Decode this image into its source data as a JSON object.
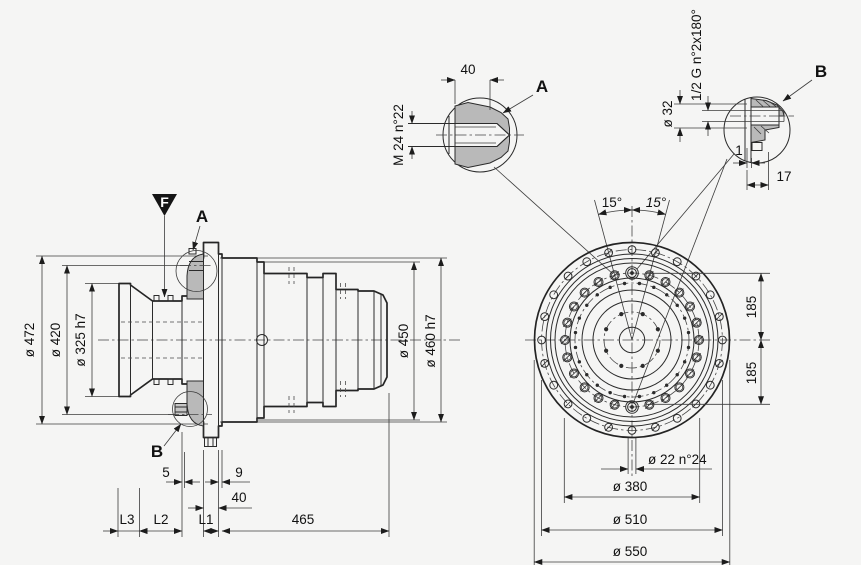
{
  "side_view": {
    "dia_472": "ø 472",
    "dia_420": "ø 420",
    "dia_325": "ø 325 h7",
    "dia_450": "ø 450",
    "dia_460": "ø 460 h7",
    "dim_5": "5",
    "dim_9": "9",
    "dim_40": "40",
    "dim_L3": "L3",
    "dim_L2": "L2",
    "dim_L1": "L1",
    "dim_465": "465",
    "marker_f": "F",
    "label_a": "A",
    "label_b": "B"
  },
  "detail_a": {
    "label": "A",
    "thread": "M 24 n°22",
    "dim_40": "40"
  },
  "detail_b": {
    "label": "B",
    "port": "1/2 G n°2x180°",
    "dia_32": "ø 32",
    "dim_1": "1",
    "dim_17": "17"
  },
  "front_view": {
    "angle_left": "15°",
    "angle_right": "15°",
    "dim_185_upper": "185",
    "dim_185_lower": "185",
    "holes_22": "ø 22 n°24",
    "dia_380": "ø 380",
    "dia_510": "ø 510",
    "dia_550": "ø 550",
    "pattern": {
      "outer_holes": 24,
      "mid_positions": 24,
      "ports": 2,
      "inner_holes": 24,
      "hub_holes": 8
    }
  },
  "colors": {
    "line": "#2b2b2b",
    "background": "#f5f5f4",
    "shading": "#b9b9b9",
    "flag": "#151515"
  }
}
